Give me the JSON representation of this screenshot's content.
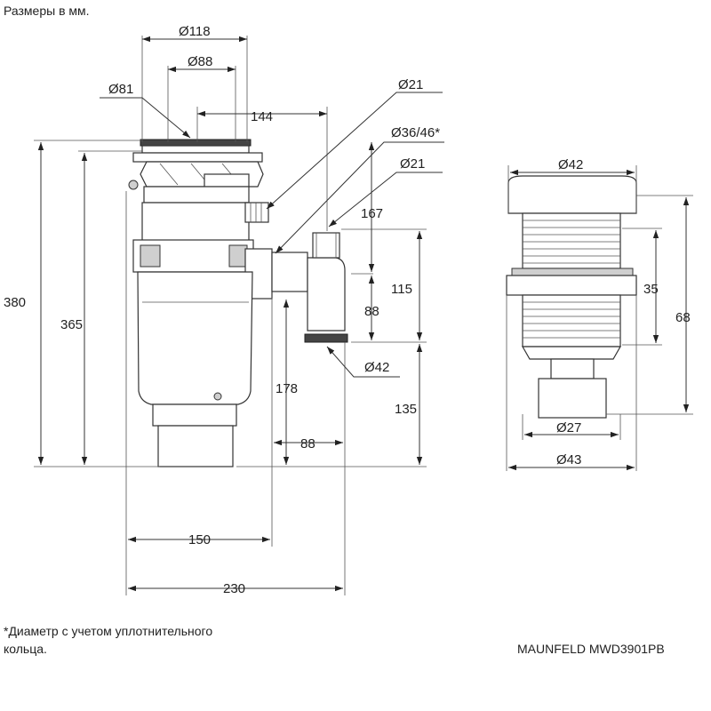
{
  "header": {
    "units_note": "Размеры в мм."
  },
  "footer": {
    "footnote_line1": "*Диаметр с учетом уплотнительного",
    "footnote_line2": "кольца.",
    "model": "MAUNFELD MWD3901PB"
  },
  "disposer_dimensions": {
    "d118": "Ø118",
    "d88": "Ø88",
    "d81": "Ø81",
    "dim144": "144",
    "d21_top": "Ø21",
    "d36_46": "Ø36/46*",
    "d21_mid": "Ø21",
    "dim167": "167",
    "dim380": "380",
    "dim365": "365",
    "dim115": "115",
    "dim88_v": "88",
    "d42_outlet": "Ø42",
    "dim178": "178",
    "dim135": "135",
    "dim88_h": "88",
    "dim150": "150",
    "dim230": "230"
  },
  "button_dimensions": {
    "d42": "Ø42",
    "dim35": "35",
    "dim68": "68",
    "d27": "Ø27",
    "d43": "Ø43"
  }
}
